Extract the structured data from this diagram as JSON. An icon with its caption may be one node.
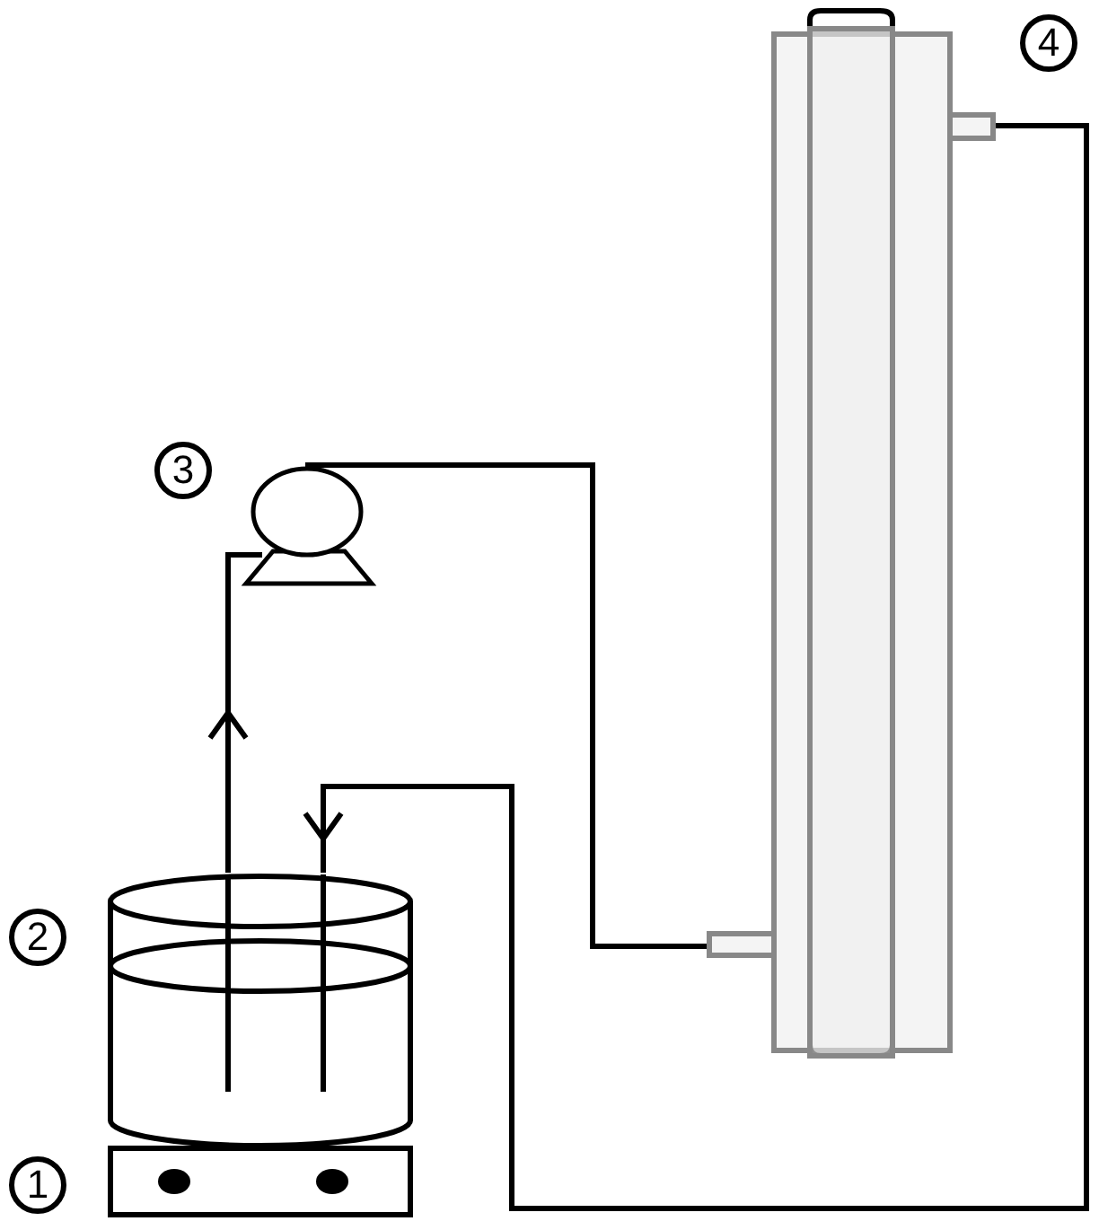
{
  "diagram": {
    "nodes": [
      {
        "text": [],
        "shape": "box"
      },
      {
        "text": [],
        "shape": "cylinder"
      },
      {
        "text": [],
        "shape": "pump"
      },
      {
        "text": [],
        "shape": "column"
      }
    ],
    "edges": [
      {
        "from": 1,
        "to": 2,
        "arrow": "to"
      },
      {
        "from": 2,
        "to": 3,
        "arrow": "none"
      },
      {
        "from": 3,
        "to": 1,
        "arrow": "to"
      }
    ],
    "labels": [
      "4",
      "3",
      "2",
      "1"
    ]
  }
}
